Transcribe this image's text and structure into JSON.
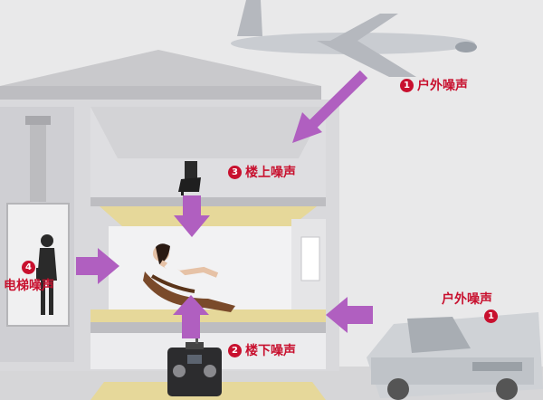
{
  "labels": {
    "outdoor_top": {
      "number": "1",
      "text": "户外噪声"
    },
    "upstairs": {
      "number": "3",
      "text": "楼上噪声"
    },
    "elevator": {
      "number": "4",
      "text": "电梯噪声"
    },
    "downstairs": {
      "number": "2",
      "text": "楼下噪声"
    },
    "outdoor_right": {
      "number": "1",
      "text": "户外噪声"
    }
  },
  "colors": {
    "arrow": "#b05fc0",
    "label": "#c8102e",
    "wall": "#d9d9dc",
    "floor_top": "#e6d89a",
    "room_back": "#f2f2f3"
  },
  "icons": [
    "airplane-icon",
    "high-heel-icon",
    "person-silhouette-icon",
    "woman-lounging-icon",
    "remote-control-icon",
    "truck-icon"
  ]
}
